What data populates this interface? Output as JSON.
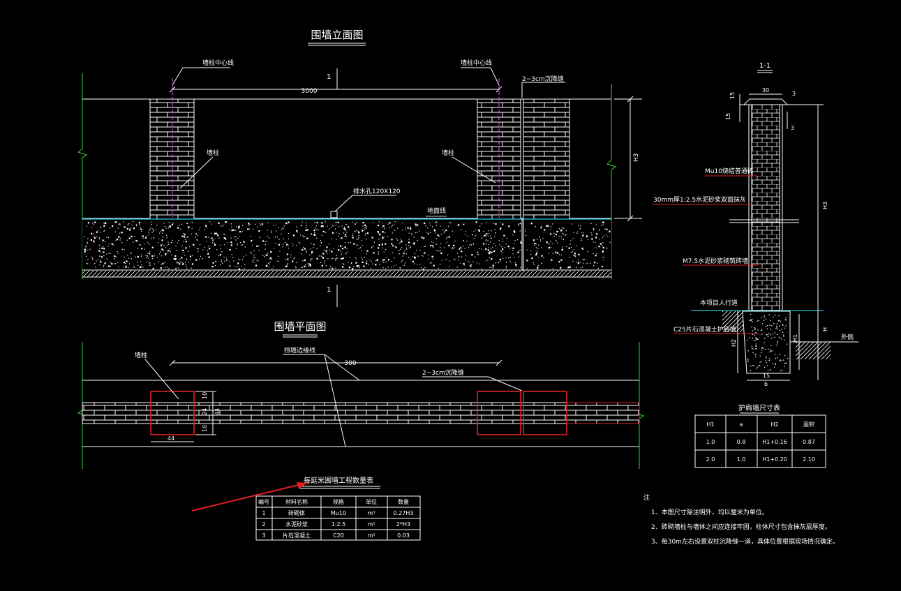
{
  "elevation": {
    "title": "围墙立面图",
    "column_centerline_left": "墙柱中心线",
    "column_centerline_right": "墙柱中心线",
    "spacing_dim": "3000",
    "settlement_joint": "2~3cm沉降缝",
    "column_label_left": "墙柱",
    "column_label_right": "墙柱",
    "drain_hole": "排水孔120X120",
    "ground_line": "地面线",
    "section_mark_top": "1",
    "section_mark_bottom": "1",
    "height_dim": "H3"
  },
  "plan": {
    "title": "围墙平面图",
    "column_label": "墙柱",
    "wall_edge_line": "挡墙边缘线",
    "spacing_dim": "300",
    "settlement_joint": "2~3cm沉降缝",
    "dim_width": "44",
    "dim_a": "10",
    "dim_b": "24",
    "dim_c": "10",
    "dim_total": "44"
  },
  "section": {
    "title": "1-1",
    "dim_top_width": "30",
    "dim_cap_1": "15",
    "dim_cap_2": "3",
    "dim_cap_3": "15",
    "dim_cap_4": "3",
    "brick_label": "Mu10烧结普通砖",
    "plaster_label": "30mm厚1:2.5水泥砂浆双面抹灰",
    "mortar_label": "M7.5水泥砂浆砌筑砖墙",
    "walkway_label": "本项目人行道",
    "footing_label": "C25片石混凝土护肩墙",
    "outer_label": "外侧",
    "dim_H3": "H3",
    "dim_H": "H",
    "dim_H2": "H2",
    "dim_H1": "H1",
    "dim_15": "15",
    "dim_b": "b"
  },
  "shoulder_table": {
    "title": "护肩墙尺寸表",
    "headers": [
      "H1",
      "a",
      "H2",
      "面积"
    ],
    "rows": [
      [
        "1.0",
        "0.8",
        "H1+0.16",
        "0.87"
      ],
      [
        "2.0",
        "1.0",
        "H1+0.20",
        "2.10"
      ]
    ]
  },
  "quantity_table": {
    "title": "每延米围墙工程数量表",
    "headers": [
      "编号",
      "材料名称",
      "规格",
      "单位",
      "数量"
    ],
    "rows": [
      [
        "1",
        "砖砌体",
        "Mu10",
        "m³",
        "0.27H3"
      ],
      [
        "2",
        "水泥砂浆",
        "1:2.5",
        "m²",
        "2*H3"
      ],
      [
        "3",
        "片石混凝土",
        "C20",
        "m³",
        "0.03"
      ]
    ]
  },
  "notes": {
    "heading": "注",
    "items": [
      "1、本图尺寸除注明外，均以厘米为单位。",
      "2、砖砌墙柱与墙体之间应连接牢固，柱体尺寸包含抹灰层厚度。",
      "3、每30m左右设置双柱沉降缝一道，具体位置根据现场情况确定。"
    ]
  },
  "colors": {
    "background": "#000000",
    "line": "#ffffff",
    "break_line": "#2fd42f",
    "ground_line": "#29c8d8",
    "highlight": "#e02020",
    "centerline": "#e050e0"
  }
}
